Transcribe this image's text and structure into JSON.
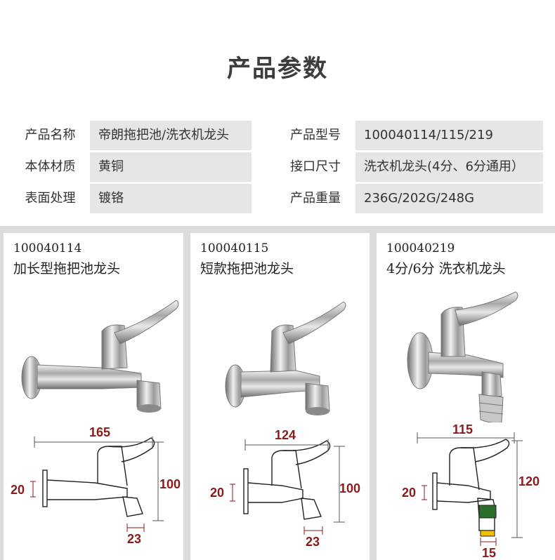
{
  "title": "产品参数",
  "specs": [
    {
      "label": "产品名称",
      "value": "帝朗拖把池/洗衣机龙头",
      "label2": "产品型号",
      "value2": "100040114/115/219"
    },
    {
      "label": "本体材质",
      "value": "黄铜",
      "label2": "接口尺寸",
      "value2": "洗衣机龙头(4分、6分通用）"
    },
    {
      "label": "表面处理",
      "value": "镀铬",
      "label2": "产品重量",
      "value2": "236G/202G/248G"
    }
  ],
  "products": [
    {
      "code": "100040114",
      "name": "加长型拖把池龙头",
      "dims": {
        "length": "165",
        "inlet": "20",
        "height": "100",
        "outlet": "23"
      }
    },
    {
      "code": "100040115",
      "name": "短款拖把池龙头",
      "dims": {
        "length": "124",
        "inlet": "20",
        "height": "100",
        "outlet": "23"
      }
    },
    {
      "code": "100040219",
      "name": "4分/6分  洗衣机龙头",
      "dims": {
        "length": "115",
        "inlet": "20",
        "height": "120",
        "outlet": "15"
      }
    }
  ],
  "colors": {
    "dimension_red": "#8b1a1a",
    "dimension_gray": "#555555",
    "table_fill": "#e6e6e6",
    "panel_bg": "#dcdcdc"
  }
}
